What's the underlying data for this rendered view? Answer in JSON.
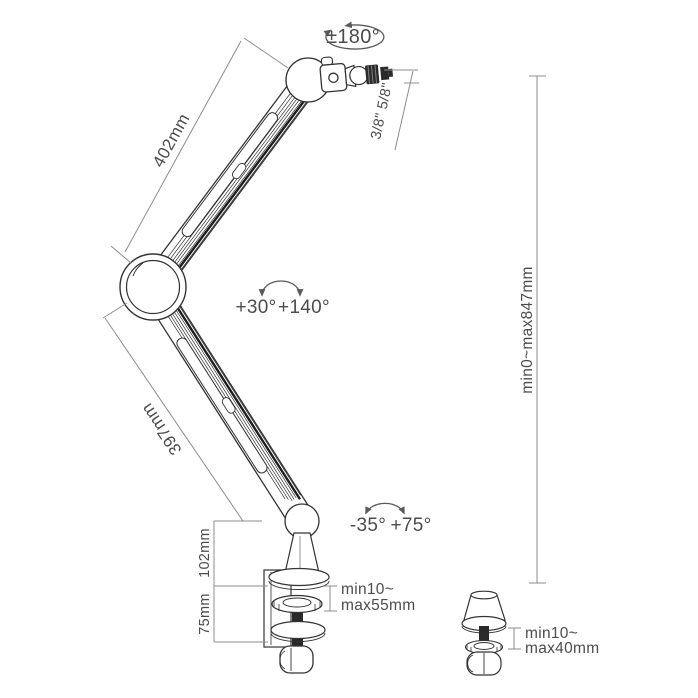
{
  "colors": {
    "outline": "#333333",
    "dark_fill": "#2a2a2a",
    "dimension_line": "#8c8c8c",
    "label_text": "#4c4c4c"
  },
  "labels": {
    "rotation_range": "±180°",
    "thread_size": "3/8\" 5/8\"",
    "upper_arm_length": "402mm",
    "elbow_angle_min": "+30°",
    "elbow_angle_max": "+140°",
    "height_range": "min0~max847mm",
    "lower_arm_length": "397mm",
    "base_angle_min": "-35°",
    "base_angle_max": "+75°",
    "riser_height": "102mm",
    "clamp_body_height": "75mm",
    "clamp_range": {
      "line1": "min10~",
      "line2": "max55mm"
    },
    "grommet_range": {
      "line1": "min10~",
      "line2": "max40mm"
    }
  }
}
